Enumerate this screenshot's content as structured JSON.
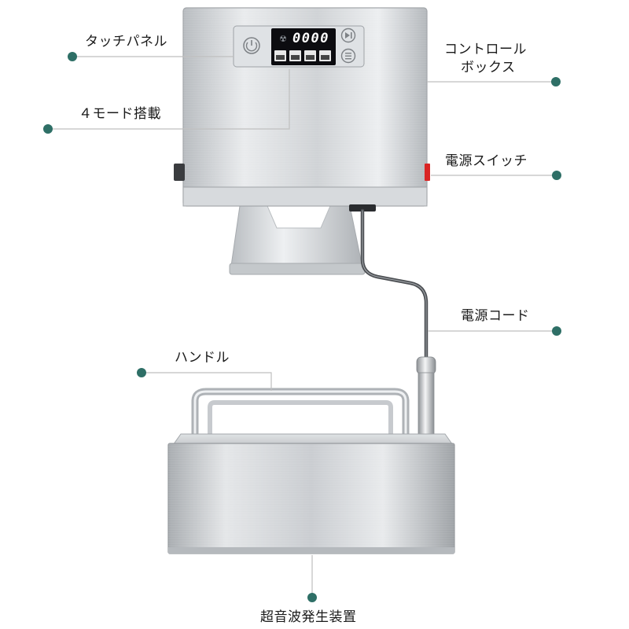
{
  "labels": {
    "touch_panel": "タッチパネル",
    "four_modes": "４モード搭載",
    "control_box_line1": "コントロール",
    "control_box_line2": "ボックス",
    "power_switch": "電源スイッチ",
    "power_cord": "電源コード",
    "handle": "ハンドル",
    "ultrasonic_generator": "超音波発生装置"
  },
  "display": {
    "digits": "0000"
  },
  "colors": {
    "callout_dot": "#2e6f66",
    "callout_line": "#bfbfbf",
    "steel_light": "#e6e8ea",
    "steel_dark": "#a9adb1",
    "switch_red": "#d92424",
    "display_bg": "#0c0c10"
  }
}
